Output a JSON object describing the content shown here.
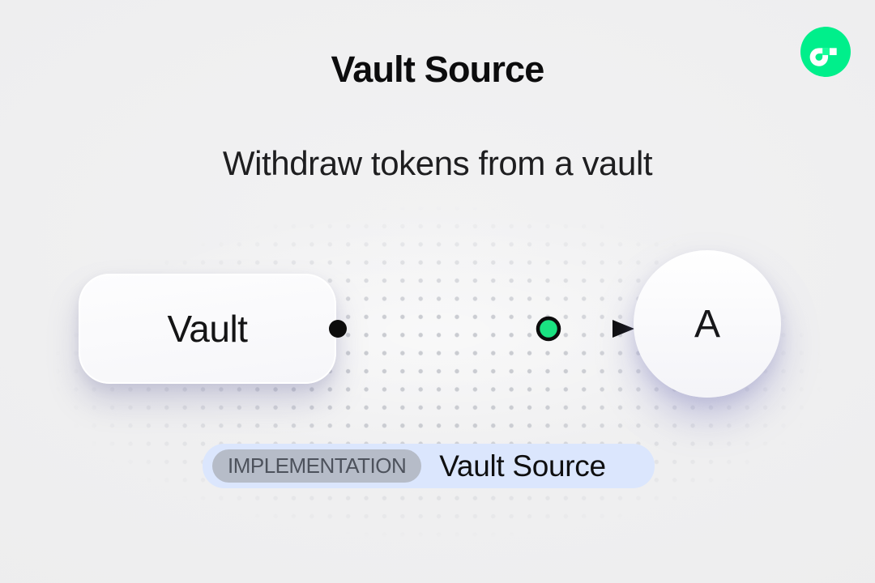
{
  "header": {
    "title": "Vault Source",
    "subtitle": "Withdraw tokens from a vault"
  },
  "logo": {
    "name": "Flow blockchain logo",
    "circle_color": "#00EF8B",
    "mark_color": "#FFFFFF",
    "accent_square_color": "#16FF99"
  },
  "diagram": {
    "nodes": [
      {
        "id": "vault",
        "label": "Vault",
        "shape": "rounded-rect"
      },
      {
        "id": "recipient",
        "label": "A",
        "shape": "circle"
      }
    ],
    "edge": {
      "from": "vault",
      "to": "recipient",
      "direction": "right",
      "line_color": "#121212",
      "token_dot_color": "#1AE281"
    }
  },
  "badge": {
    "tag": "IMPLEMENTATION",
    "label": "Vault Source",
    "container_color": "#DBE6FD",
    "tag_bg_color": "#B6BCC8",
    "tag_text_color": "#4D525C"
  },
  "background": {
    "color": "#F0F0F1",
    "dot_color": "#C7C9CF"
  }
}
